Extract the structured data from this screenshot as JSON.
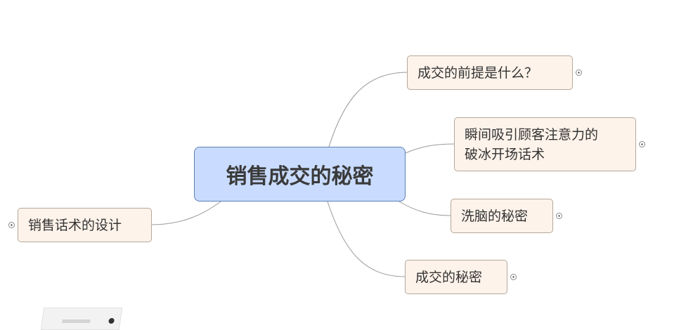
{
  "central_topic": {
    "label": "销售成交的秘密"
  },
  "topics": [
    {
      "id": "premise",
      "label": "成交的前提是什么？",
      "side": "right"
    },
    {
      "id": "icebreaker",
      "label": "瞬间吸引顾客注意力的\n破冰开场话术",
      "side": "right"
    },
    {
      "id": "brainwash",
      "label": "洗脑的秘密",
      "side": "right"
    },
    {
      "id": "closing",
      "label": "成交的秘密",
      "side": "right"
    },
    {
      "id": "script-design",
      "label": "销售话术的设计",
      "side": "left"
    }
  ],
  "colors": {
    "central_fill": "#c9dcff",
    "central_border": "#5d7fb3",
    "topic_fill": "#fdf3ea",
    "topic_border": "#b5a89c",
    "connector": "#9a9a9a"
  },
  "icons": {
    "expand": "plus-circle-icon"
  }
}
